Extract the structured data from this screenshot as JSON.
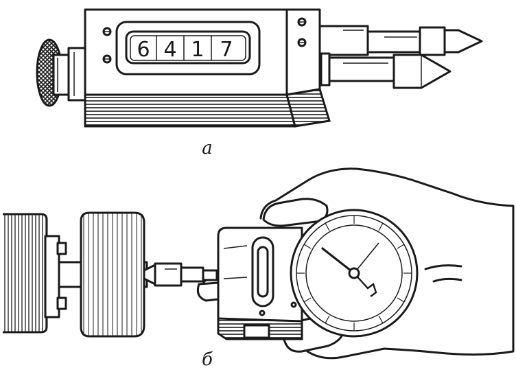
{
  "figure_a": {
    "label": "а",
    "counter_digits": [
      "6",
      "4",
      "1",
      "7"
    ]
  },
  "figure_b": {
    "label": "б"
  },
  "colors": {
    "ink": "#1a1a1a",
    "paper": "#ffffff"
  }
}
